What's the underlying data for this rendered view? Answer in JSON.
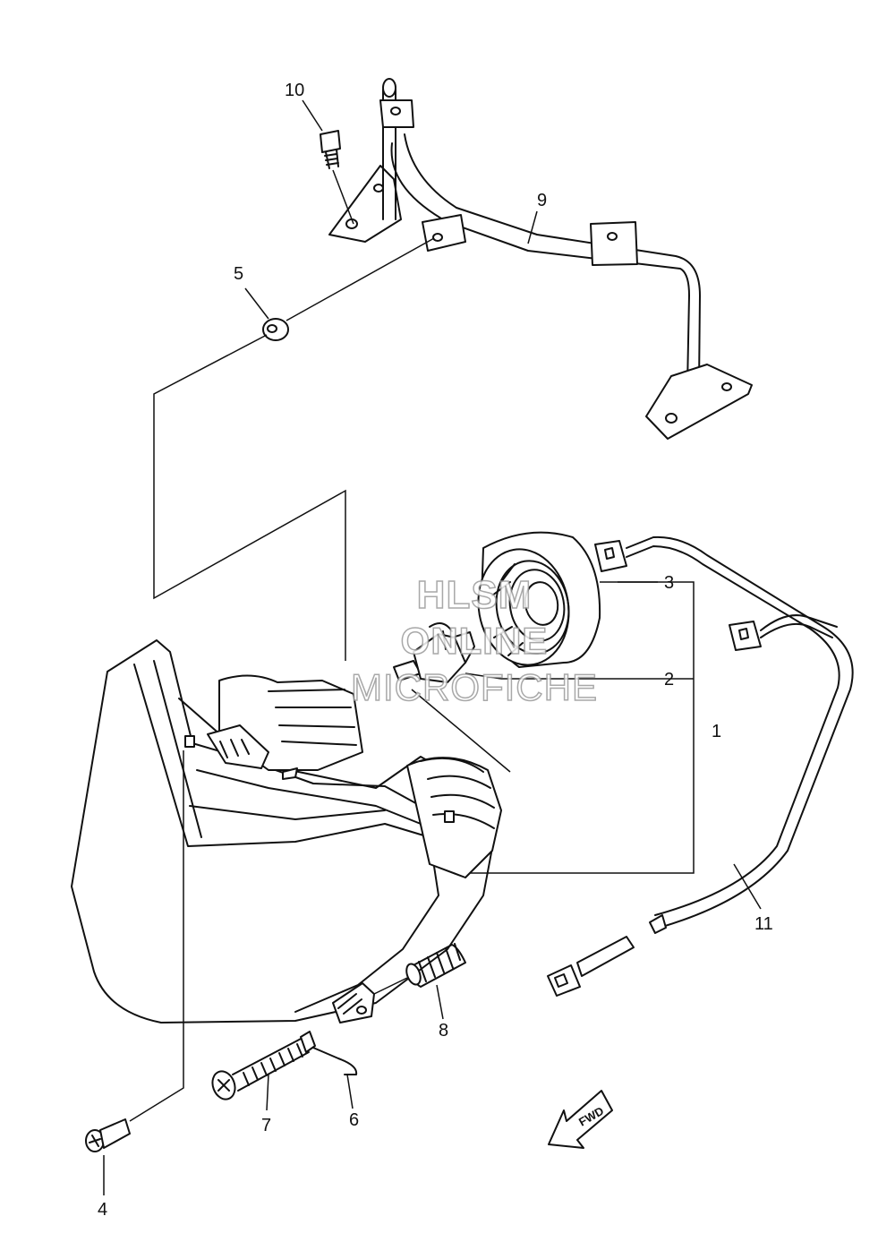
{
  "callouts": {
    "c1": "1",
    "c2": "2",
    "c3": "3",
    "c4": "4",
    "c5": "5",
    "c6": "6",
    "c7": "7",
    "c8": "8",
    "c9": "9",
    "c10": "10",
    "c11": "11"
  },
  "fwd_arrow": {
    "label": "FWD"
  },
  "watermark": {
    "line1": "HLSM",
    "line2": "ONLINE",
    "line3": "MICROFICHE"
  }
}
